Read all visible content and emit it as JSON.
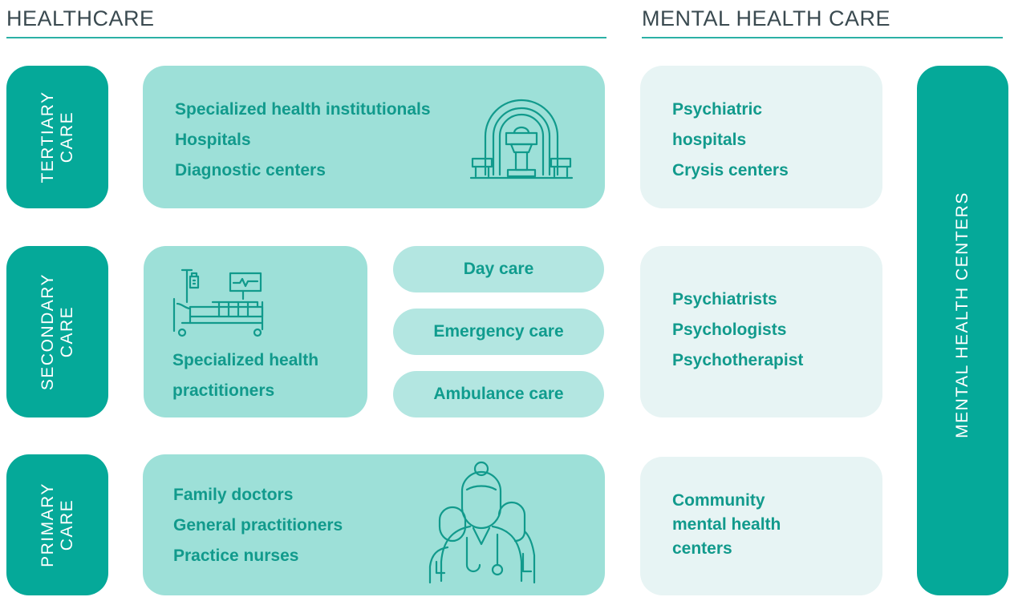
{
  "healthcare": {
    "title": "HEALTHCARE",
    "tertiary": {
      "label_line1": "TERTIARY",
      "label_line2": "CARE",
      "items": [
        "Specialized health institutionals",
        "Hospitals",
        "Diagnostic centers"
      ],
      "icon": "mri-scanner-icon"
    },
    "secondary": {
      "label_line1": "SECONDARY",
      "label_line2": "CARE",
      "items": [
        "Specialized health",
        "practitioners"
      ],
      "icon": "hospital-bed-icon",
      "pills": [
        "Day care",
        "Emergency care",
        "Ambulance care"
      ]
    },
    "primary": {
      "label_line1": "PRIMARY",
      "label_line2": "CARE",
      "items": [
        "Family doctors",
        "General practitioners",
        "Practice nurses"
      ],
      "icon": "medical-staff-icon"
    }
  },
  "mental_health": {
    "title": "MENTAL HEALTH CARE",
    "tertiary_items": [
      "Psychiatric",
      "hospitals",
      "Crysis centers"
    ],
    "secondary_items": [
      "Psychiatrists",
      "Psychologists",
      "Psychotherapist"
    ],
    "primary_items": [
      "Community",
      "mental health",
      "centers"
    ],
    "bar_label": "MENTAL HEALTH CENTERS"
  },
  "colors": {
    "accent": "#05a999",
    "box_teal": "#9de0d8",
    "box_light": "#e7f4f4",
    "text_teal": "#119a8c"
  }
}
